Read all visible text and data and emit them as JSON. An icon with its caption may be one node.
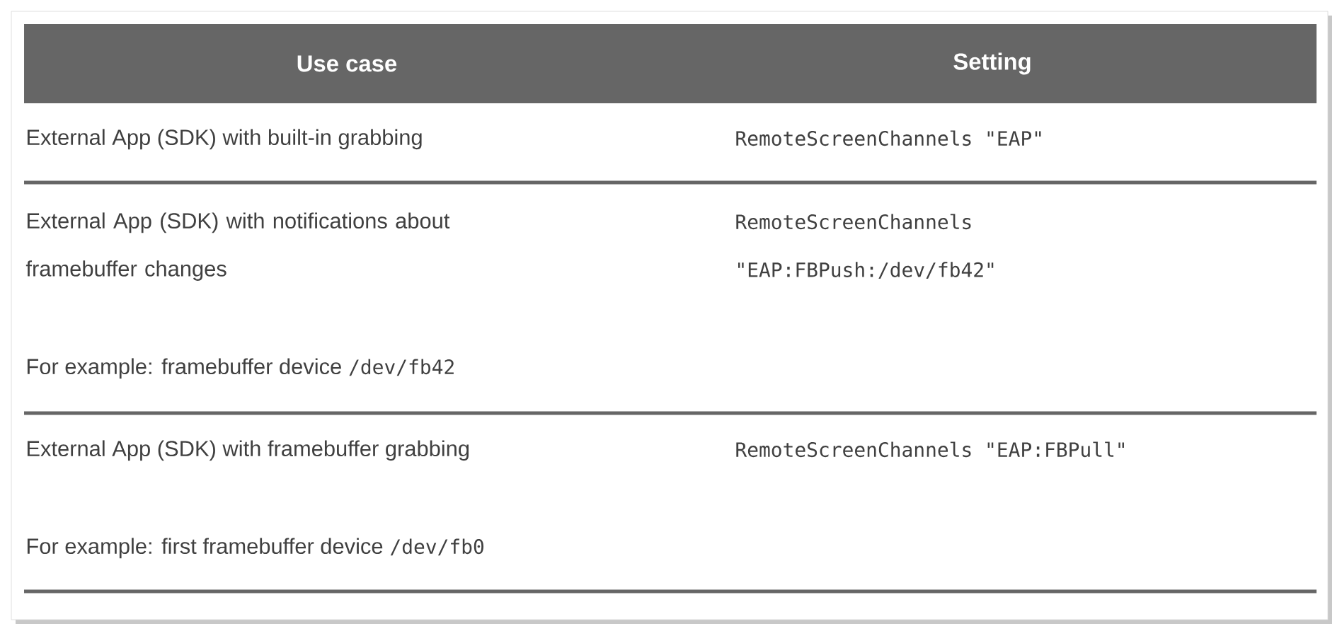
{
  "diagram": {
    "labels": [
      "Use case",
      "Setting",
      "External App (SDK) with built-in grabbing",
      "RemoteScreenChannels \"EAP\"",
      "External App (SDK) with notifications about framebuffer changes",
      "For example: framebuffer device",
      "/dev/fb42",
      "RemoteScreenChannels \"EAP:FBPush:/dev/fb42\"",
      "External App (SDK) with framebuffer grabbing",
      "For example: first framebuffer device",
      "/dev/fb0",
      "RemoteScreenChannels \"EAP:FBPull\""
    ]
  }
}
